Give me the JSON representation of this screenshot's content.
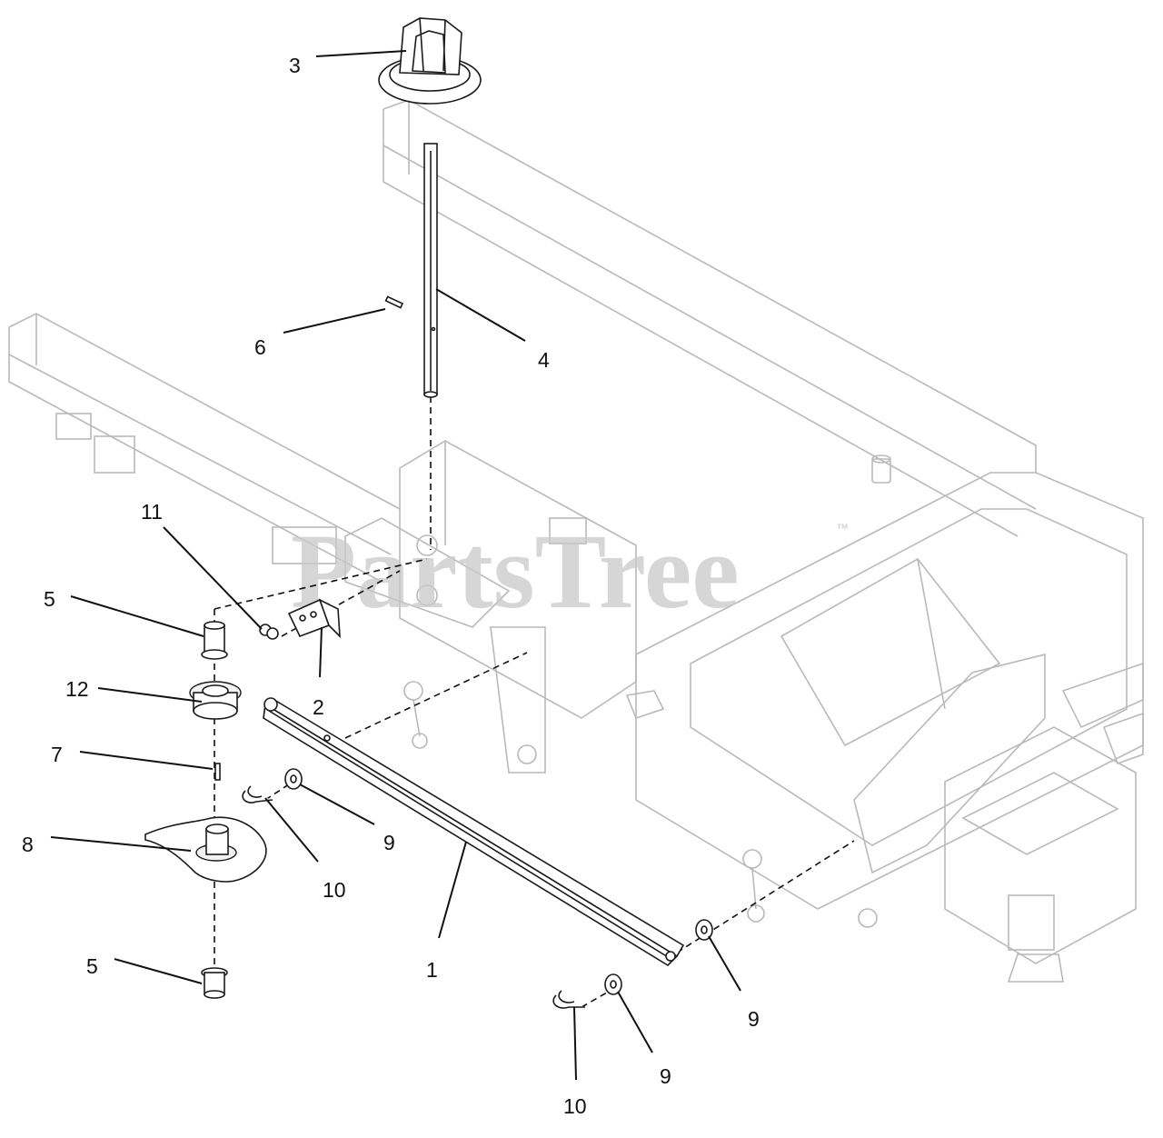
{
  "watermark": {
    "text": "PartsTree",
    "trademark": "™"
  },
  "callouts": {
    "c1": "1",
    "c2": "2",
    "c3": "3",
    "c4": "4",
    "c5a": "5",
    "c5b": "5",
    "c6": "6",
    "c7": "7",
    "c8": "8",
    "c9a": "9",
    "c9b": "9",
    "c9c": "9",
    "c10a": "10",
    "c10b": "10",
    "c11": "11",
    "c12": "12"
  },
  "colors": {
    "linework": "#1a1a1a",
    "frame": "#b9b9b9",
    "watermark": "#c9c9c9"
  }
}
